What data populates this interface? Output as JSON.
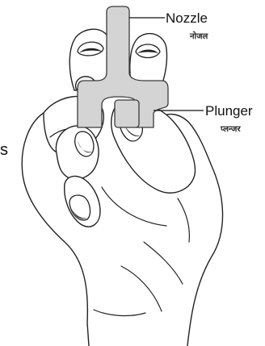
{
  "diagram": {
    "labels": {
      "nozzle": {
        "en": "Nozzle",
        "hi": "नोजल"
      },
      "plunger": {
        "en": "Plunger",
        "hi": "प्लन्जर"
      },
      "cut_off_letter": "s"
    }
  }
}
